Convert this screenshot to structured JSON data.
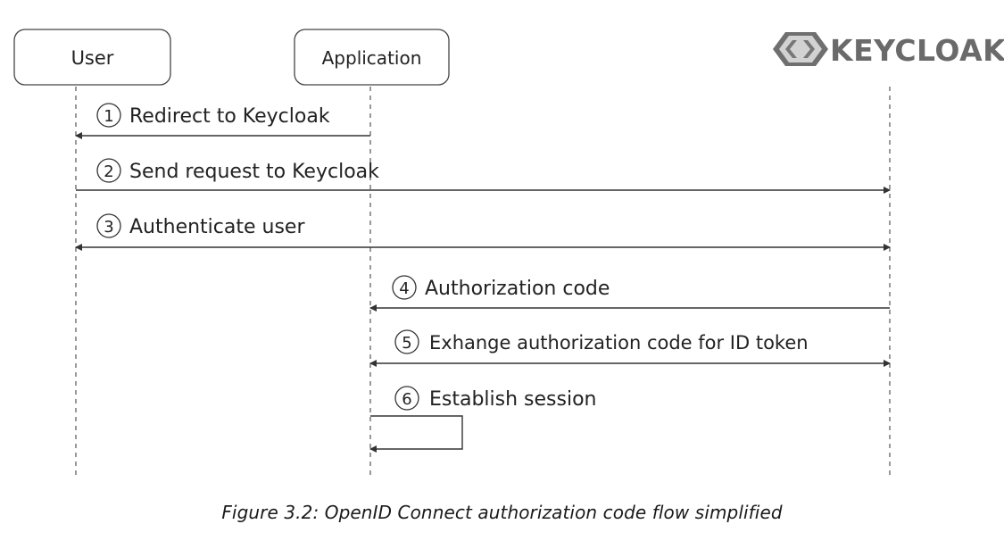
{
  "participants": {
    "user": {
      "label": "User"
    },
    "application": {
      "label": "Application"
    },
    "keycloak": {
      "logo_text": "KEYCLOAK"
    }
  },
  "steps": [
    {
      "number": "1",
      "label": "Redirect to Keycloak",
      "from": "application",
      "to": "user",
      "bidirectional": false
    },
    {
      "number": "2",
      "label": "Send request to Keycloak",
      "from": "user",
      "to": "keycloak",
      "bidirectional": false
    },
    {
      "number": "3",
      "label": "Authenticate user",
      "from": "user",
      "to": "keycloak",
      "bidirectional": true
    },
    {
      "number": "4",
      "label": "Authorization code",
      "from": "keycloak",
      "to": "application",
      "bidirectional": false
    },
    {
      "number": "5",
      "label": "Exhange authorization code for ID token",
      "from": "application",
      "to": "keycloak",
      "bidirectional": true
    },
    {
      "number": "6",
      "label": "Establish session",
      "from": "application",
      "to": "application",
      "self": true
    }
  ],
  "caption": "Figure 3.2: OpenID Connect authorization code flow simplified",
  "colors": {
    "line": "#333333",
    "logo": "#666666"
  },
  "icons": {
    "keycloak_logo": "keycloak-hexagon-logo-icon"
  }
}
